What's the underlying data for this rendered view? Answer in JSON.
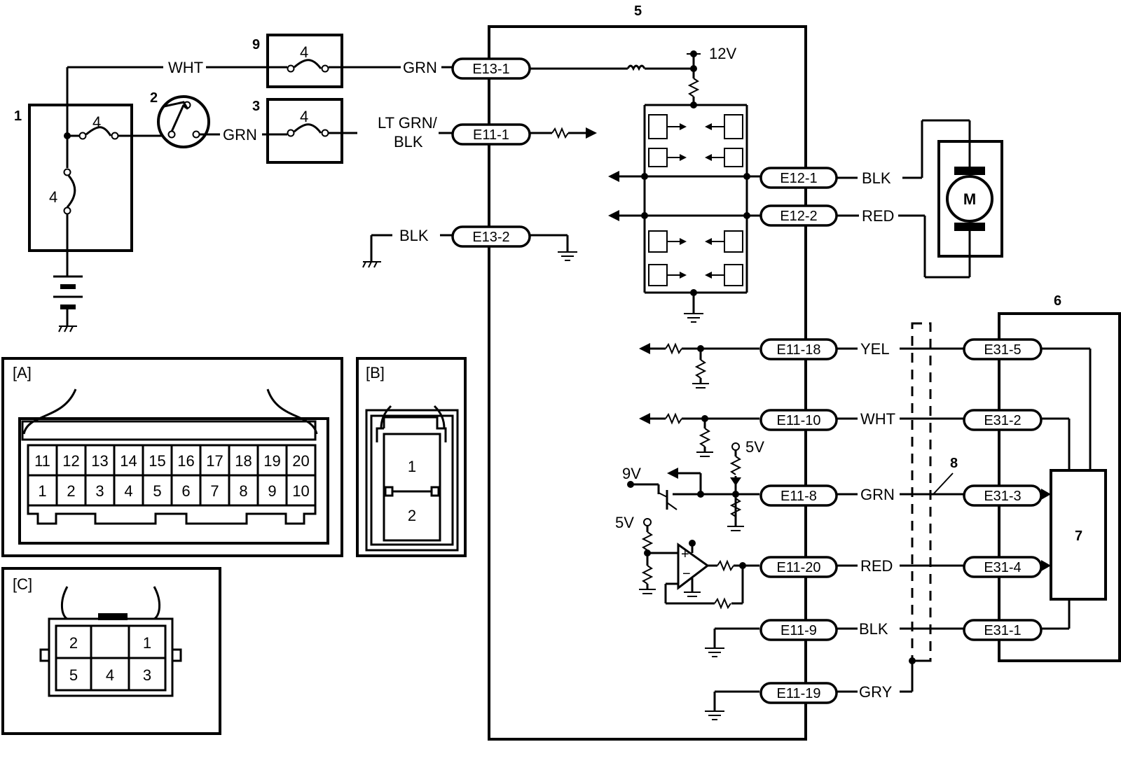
{
  "callouts": {
    "n1": "1",
    "n2": "2",
    "n3": "3",
    "n4a": "4",
    "n4b": "4",
    "n4c": "4",
    "n4d": "4",
    "n5": "5",
    "n6": "6",
    "n7": "7",
    "n8": "8",
    "n9": "9"
  },
  "voltages": {
    "v12": "12V",
    "v5a": "5V",
    "v9": "9V",
    "v5b": "5V"
  },
  "wires": {
    "wht": "WHT",
    "grn_top": "GRN",
    "grn_ign": "GRN",
    "ltgrn_line1": "LT GRN/",
    "ltgrn_line2": "BLK",
    "blk_gnd": "BLK",
    "blk_motor": "BLK",
    "red_motor": "RED",
    "yel": "YEL",
    "wht2": "WHT",
    "grn2": "GRN",
    "red2": "RED",
    "blk2": "BLK",
    "gry": "GRY"
  },
  "terminals": {
    "e13_1": "E13-1",
    "e11_1": "E11-1",
    "e13_2": "E13-2",
    "e12_1": "E12-1",
    "e12_2": "E12-2",
    "e11_18": "E11-18",
    "e11_10": "E11-10",
    "e11_8": "E11-8",
    "e11_20": "E11-20",
    "e11_9": "E11-9",
    "e11_19": "E11-19",
    "e31_5": "E31-5",
    "e31_2": "E31-2",
    "e31_3": "E31-3",
    "e31_4": "E31-4",
    "e31_1": "E31-1"
  },
  "motor_label": "M",
  "connectors": {
    "A": {
      "title": "[A]",
      "top_row": [
        "11",
        "12",
        "13",
        "14",
        "15",
        "16",
        "17",
        "18",
        "19",
        "20"
      ],
      "bottom_row": [
        "1",
        "2",
        "3",
        "4",
        "5",
        "6",
        "7",
        "8",
        "9",
        "10"
      ]
    },
    "B": {
      "title": "[B]",
      "pins": [
        "1",
        "2"
      ]
    },
    "C": {
      "title": "[C]",
      "pins": [
        "2",
        "1",
        "5",
        "4",
        "3"
      ]
    }
  }
}
